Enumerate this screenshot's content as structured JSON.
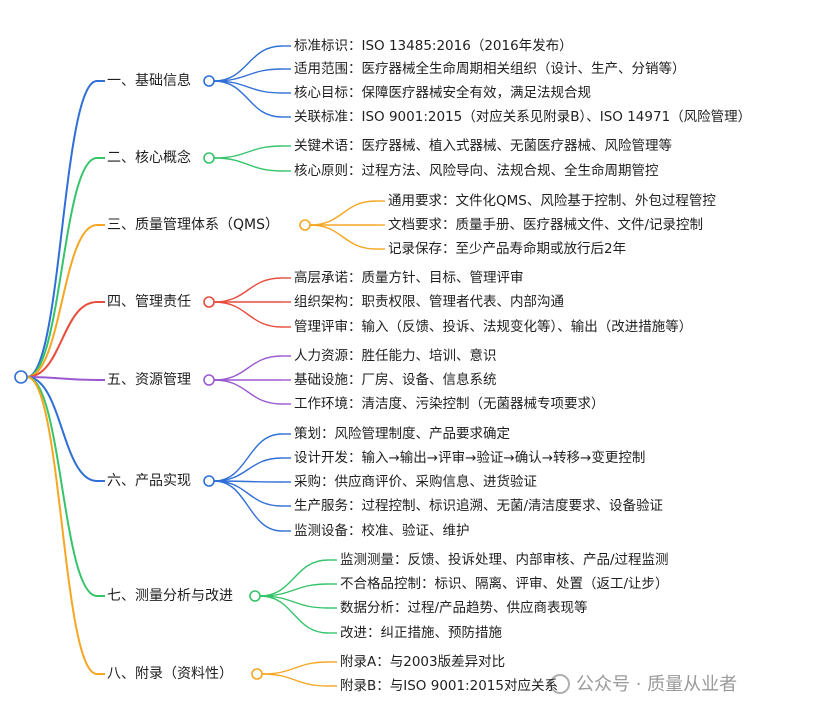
{
  "colors": {
    "blue": "#2f6fd6",
    "green": "#35c46a",
    "orange": "#f5a623",
    "red": "#e84c3d",
    "purple": "#9b59d0",
    "root": "#2f6fd6"
  },
  "branches": [
    {
      "label": "一、基础信息",
      "color": "blue",
      "leaves": [
        "标准标识：ISO 13485:2016（2016年发布）",
        "适用范围：医疗器械全生命周期相关组织（设计、生产、分销等）",
        "核心目标：保障医疗器械安全有效，满足法规合规",
        "关联标准：ISO 9001:2015（对应关系见附录B）、ISO 14971（风险管理）"
      ]
    },
    {
      "label": "二、核心概念",
      "color": "green",
      "leaves": [
        "关键术语：医疗器械、植入式器械、无菌医疗器械、风险管理等",
        "核心原则：过程方法、风险导向、法规合规、全生命周期管控"
      ]
    },
    {
      "label": "三、质量管理体系（QMS）",
      "color": "orange",
      "leaves": [
        "通用要求：文件化QMS、风险基于控制、外包过程管控",
        "文档要求：质量手册、医疗器械文件、文件/记录控制",
        "记录保存：至少产品寿命期或放行后2年"
      ]
    },
    {
      "label": "四、管理责任",
      "color": "red",
      "leaves": [
        "高层承诺：质量方针、目标、管理评审",
        "组织架构：职责权限、管理者代表、内部沟通",
        "管理评审：输入（反馈、投诉、法规变化等）、输出（改进措施等）"
      ]
    },
    {
      "label": "五、资源管理",
      "color": "purple",
      "leaves": [
        "人力资源：胜任能力、培训、意识",
        "基础设施：厂房、设备、信息系统",
        "工作环境：清洁度、污染控制（无菌器械专项要求）"
      ]
    },
    {
      "label": "六、产品实现",
      "color": "blue",
      "leaves": [
        "策划：风险管理制度、产品要求确定",
        "设计开发：输入→输出→评审→验证→确认→转移→变更控制",
        "采购：供应商评价、采购信息、进货验证",
        "生产服务：过程控制、标识追溯、无菌/清洁度要求、设备验证",
        "监测设备：校准、验证、维护"
      ]
    },
    {
      "label": "七、测量分析与改进",
      "color": "green",
      "leaves": [
        "监测测量：反馈、投诉处理、内部审核、产品/过程监测",
        "不合格品控制：标识、隔离、评审、处置（返工/让步）",
        "数据分析：过程/产品趋势、供应商表现等",
        "改进：纠正措施、预防措施"
      ]
    },
    {
      "label": "八、附录（资料性）",
      "color": "orange",
      "leaves": [
        "附录A：与2003版差异对比",
        "附录B：与ISO 9001:2015对应关系"
      ]
    }
  ],
  "watermark": {
    "icon": "wechat-icon",
    "text": "公众号 · 质量从业者"
  }
}
